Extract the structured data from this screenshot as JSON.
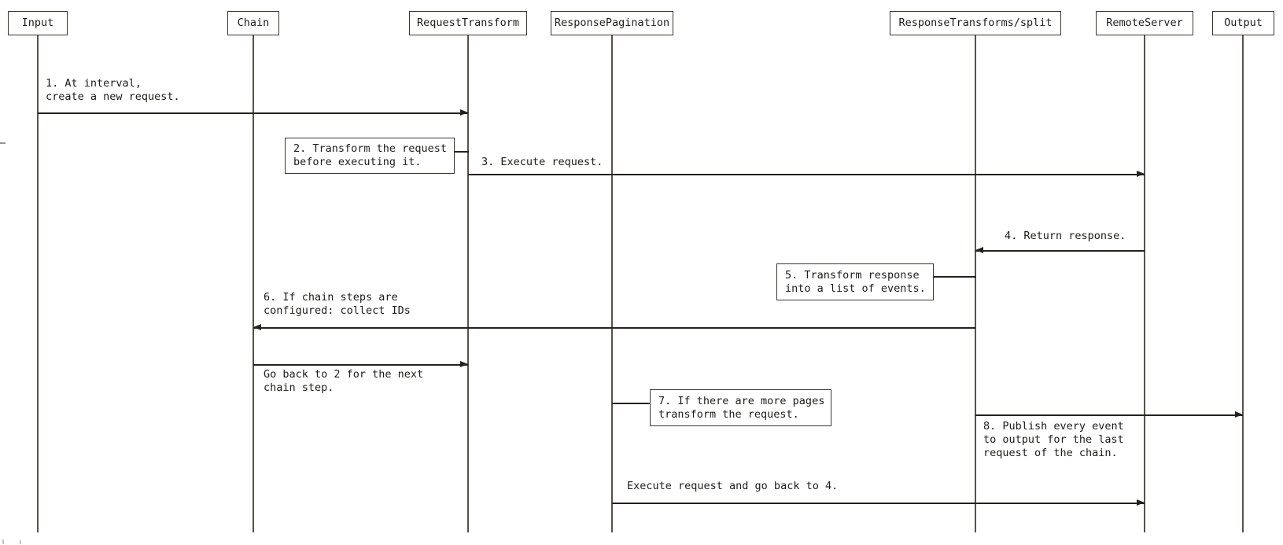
{
  "diagram": {
    "participants": [
      {
        "label": "Input"
      },
      {
        "label": "Chain"
      },
      {
        "label": "RequestTransform"
      },
      {
        "label": "ResponsePagination"
      },
      {
        "label": "ResponseTransforms/split"
      },
      {
        "label": "RemoteServer"
      },
      {
        "label": "Output"
      }
    ],
    "messages": {
      "m1": "1. At interval,\ncreate a new request.",
      "m2": "2. Transform the request\nbefore executing it.",
      "m3": "3. Execute request.",
      "m4": "4. Return response.",
      "m5": "5. Transform response\ninto a list of events.",
      "m6": "6. If chain steps are\nconfigured: collect IDs",
      "go_back": "Go back to 2 for the next\nchain step.",
      "m7": "7. If there are more pages\ntransform the request.",
      "m8": "8. Publish every event\nto output for the last\nrequest of the chain.",
      "exec_loop": "Execute request and go back to 4."
    },
    "colors": {
      "background": "#ffffff",
      "line": "#23221d",
      "lifeline": "#56534a",
      "border": "#3a372e",
      "text": "#1d1c18"
    }
  }
}
